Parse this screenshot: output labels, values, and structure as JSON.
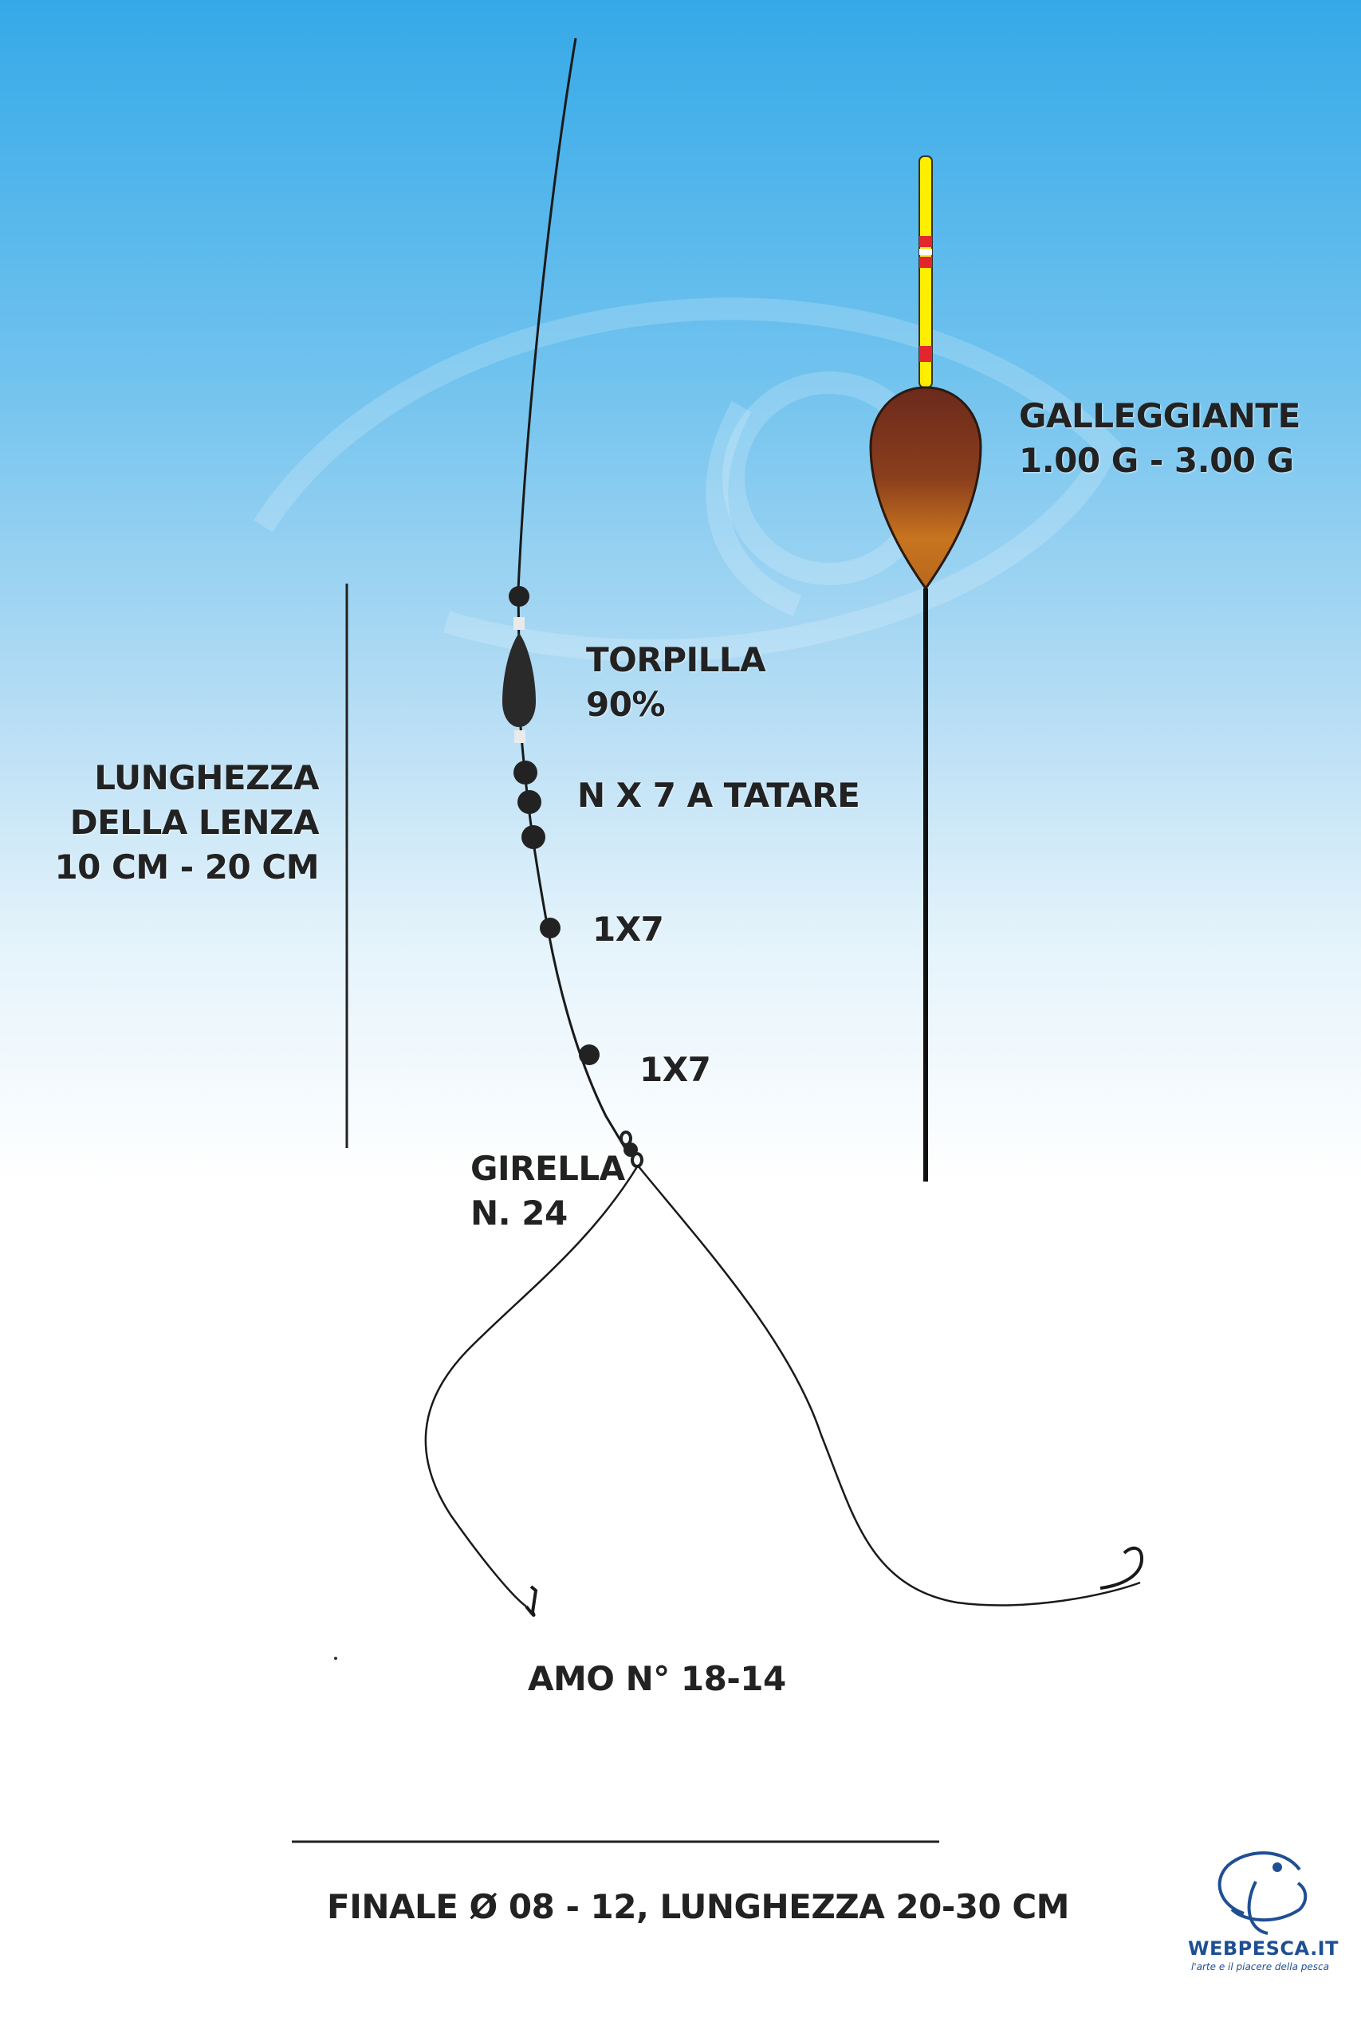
{
  "labels": {
    "galleggiante_line1": "GALLEGGIANTE",
    "galleggiante_line2": "1.00 G - 3.00 G",
    "torpilla_line1": "TORPILLA",
    "torpilla_line2": "90%",
    "nx7": "N X 7 A TATARE",
    "lunghezza_line1": "LUNGHEZZA",
    "lunghezza_line2": "DELLA LENZA",
    "lunghezza_line3": "10 CM - 20 CM",
    "shot1": "1X7",
    "shot2": "1X7",
    "girella_line1": "GIRELLA",
    "girella_line2": "N. 24",
    "amo": "AMO N° 18-14",
    "finale": "FINALE Ø 08 - 12, LUNGHEZZA 20-30 CM"
  },
  "logo": {
    "name": "WEBPESCA.IT",
    "tagline": "l'arte e il piacere della pesca",
    "icon": "fish-hook-logo-icon"
  },
  "colors": {
    "bg_top": "#35a9e8",
    "float_body_top": "#6b2a1c",
    "float_body_bottom": "#c8741f",
    "float_tip_yellow": "#ffee00",
    "float_tip_red": "#e3262b",
    "line": "#1a1a1a",
    "lead": "#222222",
    "logo": "#1f4f93"
  }
}
